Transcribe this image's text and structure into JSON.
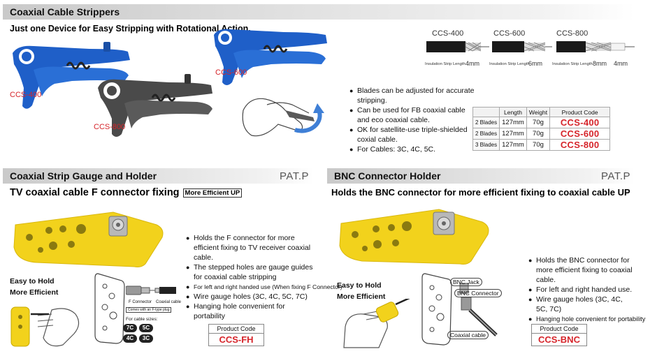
{
  "coaxial": {
    "title": "Coaxial Cable Strippers",
    "tagline": "Just one Device for Easy Stripping with Rotational Action.",
    "models": {
      "a": "CCS-400",
      "b": "CCS-600",
      "c": "CCS-800"
    },
    "strip_diagrams": [
      {
        "model": "CCS-400",
        "caption": "Insulation Strip Length",
        "mm": [
          "4mm"
        ]
      },
      {
        "model": "CCS-600",
        "caption": "Insulation Strip Length",
        "mm": [
          "6mm"
        ]
      },
      {
        "model": "CCS-800",
        "caption": "Insulation Strip Length",
        "mm": [
          "8mm",
          "4mm"
        ]
      }
    ],
    "features": [
      "Blades can be adjusted for accurate stripping.",
      "Can be used for FB coaxial cable and eco coaxial cable.",
      "OK for satellite-use triple-shielded coxial cable.",
      "For Cables: 3C, 4C, 5C."
    ],
    "table": {
      "headers": [
        "",
        "Length",
        "Weight",
        "Product Code"
      ],
      "rows": [
        [
          "2 Blades",
          "127mm",
          "70g",
          "CCS-400"
        ],
        [
          "2 Blades",
          "127mm",
          "70g",
          "CCS-600"
        ],
        [
          "3 Blades",
          "127mm",
          "70g",
          "CCS-800"
        ]
      ]
    }
  },
  "gauge": {
    "title": "Coaxial Strip Gauge and Holder",
    "pat": "PAT.P",
    "subtitle": "TV coaxial cable F connector fixing",
    "badge": "More Efficient UP",
    "easy1": "Easy to Hold",
    "easy2": "More Efficient",
    "diagram": {
      "f_connector": "F Connector",
      "coaxial_cable": "Coaxial cable",
      "note": "Comes with an F-type plug",
      "sizes_label": "For cable sizes:",
      "sizes": [
        "7C",
        "5C",
        "4C",
        "3C"
      ]
    },
    "features": [
      "Holds the F connector for more efficient fixing to TV receiver coaxial cable.",
      "The stepped holes are gauge guides for coaxial cable stripping",
      "For left and right handed use (When fixing F Connector)",
      "Wire gauge holes (3C, 4C, 5C, 7C)",
      "Hanging hole convenient for portability"
    ],
    "code_head": "Product Code",
    "code": "CCS-FH"
  },
  "bnc": {
    "title": "BNC Connector Holder",
    "pat": "PAT.P",
    "subtitle": "Holds the BNC connector for more efficient fixing to coaxial cable UP",
    "easy1": "Easy to Hold",
    "easy2": "More Efficient",
    "diagram": {
      "jack": "BNC Jack",
      "connector": "BNC Connector",
      "cable": "Coaxial cable"
    },
    "features": [
      "Holds the BNC connector for more efficient fixing to coaxial cable.",
      "For left and right handed use.",
      "Wire gauge holes (3C, 4C, 5C, 7C)",
      "Hanging hole convenient for portability"
    ],
    "code_head": "Product Code",
    "code": "CCS-BNC"
  },
  "colors": {
    "accent_red": "#d6242a",
    "tool_blue": "#1f5fc8",
    "tool_gray": "#4a4a4a",
    "holder_yellow": "#f2d21c"
  }
}
